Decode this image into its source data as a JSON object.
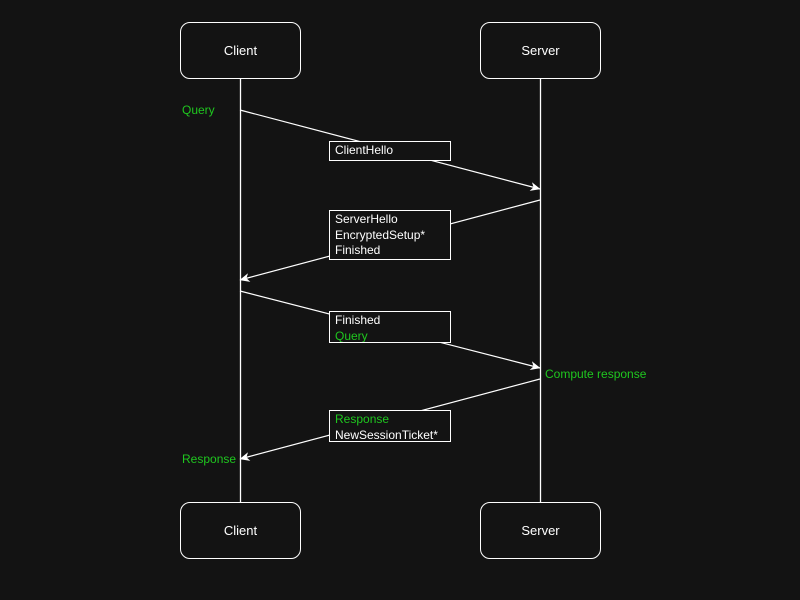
{
  "colors": {
    "background": "#131313",
    "stroke": "#ffffff",
    "highlight_green": "#1fc71f"
  },
  "actors": {
    "client": "Client",
    "server": "Server"
  },
  "messages": {
    "client_hello": {
      "line1": "ClientHello"
    },
    "server_hello": {
      "line1": "ServerHello",
      "line2": "EncryptedSetup*",
      "line3": "Finished"
    },
    "finished_query": {
      "line1": "Finished",
      "line2": "Query"
    },
    "response_ticket": {
      "line1": "Response",
      "line2": "NewSessionTicket*"
    }
  },
  "annotations": {
    "query": "Query",
    "compute_response": "Compute response",
    "response": "Response"
  }
}
